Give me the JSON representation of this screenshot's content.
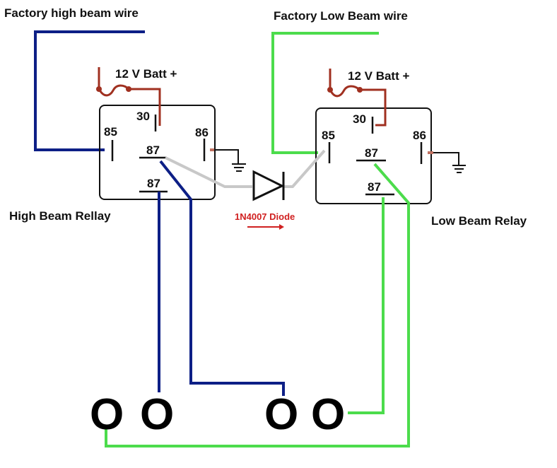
{
  "labels": {
    "factory_high_beam": "Factory high beam wire",
    "factory_low_beam": "Factory Low Beam wire",
    "high_relay_name": "High Beam Rellay",
    "low_relay_name": "Low Beam Relay",
    "batt_left": "12 V Batt +",
    "batt_right": "12 V Batt +",
    "diode": "1N4007 Diode"
  },
  "relays": {
    "high": {
      "pin30": "30",
      "pin85": "85",
      "pin86": "86",
      "pin87": "87",
      "pin87b": "87"
    },
    "low": {
      "pin30": "30",
      "pin85": "85",
      "pin86": "86",
      "pin87": "87",
      "pin87b": "87"
    }
  },
  "lamps": [
    "O",
    "O",
    "O",
    "O"
  ],
  "colors": {
    "high_beam_wire": "#0d1f86",
    "low_beam_wire": "#4cdc4c",
    "battery_wire": "#a03020",
    "diode_wire": "#c8c8c8",
    "diode_label": "#d02020",
    "ground": "#111111"
  }
}
